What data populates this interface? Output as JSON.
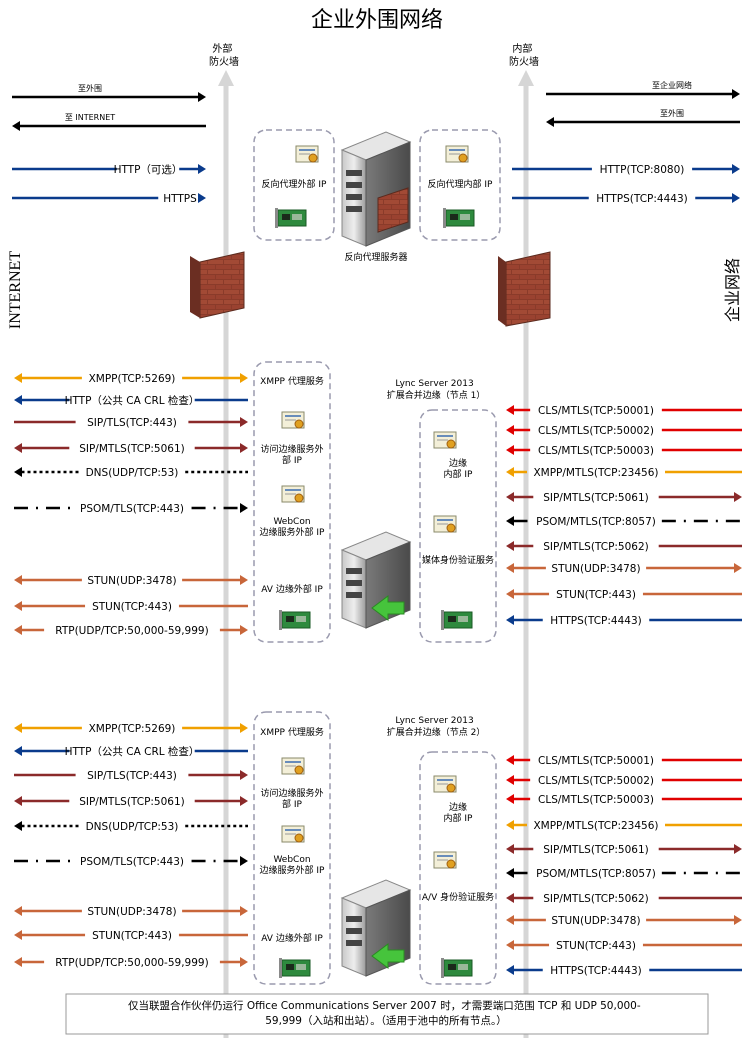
{
  "title": "企业外围网络",
  "external_firewall": "外部\n防火墙",
  "internal_firewall": "内部\n防火墙",
  "internet_label": "INTERNET",
  "corp_label": "企业网络",
  "colors": {
    "black": "#000000",
    "blue": "#0a3b8c",
    "orange": "#f0a000",
    "darkred": "#8b2a2a",
    "brown": "#c8663a",
    "red": "#e00000",
    "firewall_line": "#d4d4d4",
    "dash_box": "#9a9aae"
  },
  "top_section": {
    "left_arrows": [
      {
        "label": "至外围",
        "dir": "right",
        "style": "thin",
        "color": "black"
      },
      {
        "label": "至 INTERNET",
        "dir": "left",
        "style": "thin",
        "color": "black"
      },
      {
        "label": "HTTP（可选）",
        "dir": "right",
        "style": "solid",
        "color": "blue"
      },
      {
        "label": "HTTPS",
        "dir": "right",
        "style": "solid",
        "color": "blue"
      }
    ],
    "right_arrows": [
      {
        "label": "至企业网络",
        "dir": "right",
        "style": "thin",
        "color": "black"
      },
      {
        "label": "至外围",
        "dir": "left",
        "style": "thin",
        "color": "black"
      },
      {
        "label": "HTTP(TCP:8080)",
        "dir": "right",
        "style": "solid",
        "color": "blue"
      },
      {
        "label": "HTTPS(TCP:4443)",
        "dir": "right",
        "style": "solid",
        "color": "blue"
      }
    ],
    "proxy_external_ip": "反向代理外部 IP",
    "proxy_internal_ip": "反向代理内部 IP",
    "proxy_server": "反向代理服务器"
  },
  "edge_node_1": {
    "title": "Lync Server 2013\n扩展合并边缘（节点 1）",
    "left_box": [
      "XMPP 代理服务",
      "访问边缘服务外\n部 IP",
      "WebCon\n边缘服务外部 IP",
      "AV 边缘外部 IP"
    ],
    "right_box": [
      "边缘\n内部 IP",
      "媒体身份验证服务"
    ],
    "left_arrows": [
      {
        "label": "XMPP(TCP:5269)",
        "dir": "both",
        "style": "solid",
        "color": "orange"
      },
      {
        "label": "HTTP（公共 CA CRL 检查）",
        "dir": "left",
        "style": "solid",
        "color": "blue"
      },
      {
        "label": "SIP/TLS(TCP:443)",
        "dir": "right",
        "style": "solid",
        "color": "darkred"
      },
      {
        "label": "SIP/MTLS(TCP:5061)",
        "dir": "both",
        "style": "solid",
        "color": "darkred"
      },
      {
        "label": "DNS(UDP/TCP:53)",
        "dir": "left",
        "style": "dotted",
        "color": "black"
      },
      {
        "label": "PSOM/TLS(TCP:443)",
        "dir": "right",
        "style": "dashdot",
        "color": "black"
      },
      {
        "label": "STUN(UDP:3478)",
        "dir": "both",
        "style": "solid",
        "color": "brown"
      },
      {
        "label": "STUN(TCP:443)",
        "dir": "left",
        "style": "solid",
        "color": "brown"
      },
      {
        "label": "RTP(UDP/TCP:50,000-59,999)",
        "dir": "both",
        "style": "solid",
        "color": "brown"
      }
    ],
    "right_arrows": [
      {
        "label": "CLS/MTLS(TCP:50001)",
        "dir": "left",
        "style": "solid",
        "color": "red"
      },
      {
        "label": "CLS/MTLS(TCP:50002)",
        "dir": "left",
        "style": "solid",
        "color": "red"
      },
      {
        "label": "CLS/MTLS(TCP:50003)",
        "dir": "left",
        "style": "solid",
        "color": "red"
      },
      {
        "label": "XMPP/MTLS(TCP:23456)",
        "dir": "left",
        "style": "solid",
        "color": "orange"
      },
      {
        "label": "SIP/MTLS(TCP:5061)",
        "dir": "both",
        "style": "solid",
        "color": "darkred"
      },
      {
        "label": "PSOM/MTLS(TCP:8057)",
        "dir": "left",
        "style": "dashdot",
        "color": "black"
      },
      {
        "label": "SIP/MTLS(TCP:5062)",
        "dir": "left",
        "style": "solid",
        "color": "darkred"
      },
      {
        "label": "STUN(UDP:3478)",
        "dir": "both",
        "style": "solid",
        "color": "brown"
      },
      {
        "label": "STUN(TCP:443)",
        "dir": "left",
        "style": "solid",
        "color": "brown"
      },
      {
        "label": "HTTPS(TCP:4443)",
        "dir": "left",
        "style": "solid",
        "color": "blue"
      }
    ]
  },
  "edge_node_2": {
    "title": "Lync Server 2013\n扩展合并边缘（节点 2）",
    "left_box": [
      "XMPP 代理服务",
      "访问边缘服务外\n部 IP",
      "WebCon\n边缘服务外部 IP",
      "AV 边缘外部 IP"
    ],
    "right_box": [
      "边缘\n内部 IP",
      "A/V 身份验证服务"
    ],
    "left_arrows": [
      {
        "label": "XMPP(TCP:5269)",
        "dir": "both",
        "style": "solid",
        "color": "orange"
      },
      {
        "label": "HTTP（公共 CA CRL 检查）",
        "dir": "left",
        "style": "solid",
        "color": "blue"
      },
      {
        "label": "SIP/TLS(TCP:443)",
        "dir": "right",
        "style": "solid",
        "color": "darkred"
      },
      {
        "label": "SIP/MTLS(TCP:5061)",
        "dir": "both",
        "style": "solid",
        "color": "darkred"
      },
      {
        "label": "DNS(UDP/TCP:53)",
        "dir": "left",
        "style": "dotted",
        "color": "black"
      },
      {
        "label": "PSOM/TLS(TCP:443)",
        "dir": "right",
        "style": "dashdot",
        "color": "black"
      },
      {
        "label": "STUN(UDP:3478)",
        "dir": "both",
        "style": "solid",
        "color": "brown"
      },
      {
        "label": "STUN(TCP:443)",
        "dir": "left",
        "style": "solid",
        "color": "brown"
      },
      {
        "label": "RTP(UDP/TCP:50,000-59,999)",
        "dir": "both",
        "style": "solid",
        "color": "brown"
      }
    ],
    "right_arrows": [
      {
        "label": "CLS/MTLS(TCP:50001)",
        "dir": "left",
        "style": "solid",
        "color": "red"
      },
      {
        "label": "CLS/MTLS(TCP:50002)",
        "dir": "left",
        "style": "solid",
        "color": "red"
      },
      {
        "label": "CLS/MTLS(TCP:50003)",
        "dir": "left",
        "style": "solid",
        "color": "red"
      },
      {
        "label": "XMPP/MTLS(TCP:23456)",
        "dir": "left",
        "style": "solid",
        "color": "orange"
      },
      {
        "label": "SIP/MTLS(TCP:5061)",
        "dir": "both",
        "style": "solid",
        "color": "darkred"
      },
      {
        "label": "PSOM/MTLS(TCP:8057)",
        "dir": "left",
        "style": "dashdot",
        "color": "black"
      },
      {
        "label": "SIP/MTLS(TCP:5062)",
        "dir": "left",
        "style": "solid",
        "color": "darkred"
      },
      {
        "label": "STUN(UDP:3478)",
        "dir": "both",
        "style": "solid",
        "color": "brown"
      },
      {
        "label": "STUN(TCP:443)",
        "dir": "left",
        "style": "solid",
        "color": "brown"
      },
      {
        "label": "HTTPS(TCP:4443)",
        "dir": "left",
        "style": "solid",
        "color": "blue"
      }
    ]
  },
  "footnote": "仅当联盟合作伙伴仍运行 Office Communications Server 2007 时，才需要端口范围 TCP 和 UDP 50,000-\n59,999（入站和出站）。（适用于池中的所有节点。）"
}
